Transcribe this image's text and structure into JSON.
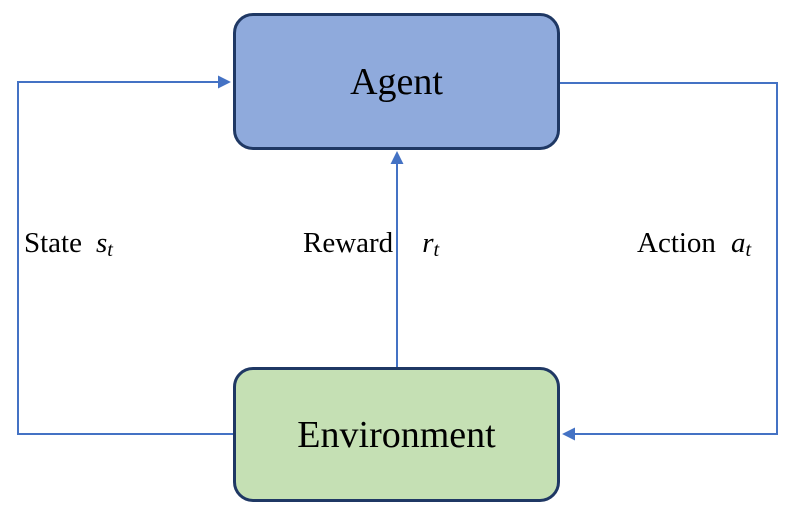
{
  "nodes": {
    "agent": {
      "label": "Agent"
    },
    "environment": {
      "label": "Environment"
    }
  },
  "edges": {
    "state": {
      "word": "State",
      "symbol": "s",
      "subscript": "t"
    },
    "reward": {
      "word": "Reward",
      "symbol": "r",
      "subscript": "t"
    },
    "action": {
      "word": "Action",
      "symbol": "a",
      "subscript": "t"
    }
  },
  "colors": {
    "agent-fill": "#8FAADC",
    "environment-fill": "#C5E0B4",
    "node-border": "#1F3864",
    "arrow": "#4472C4",
    "text": "#000000"
  }
}
